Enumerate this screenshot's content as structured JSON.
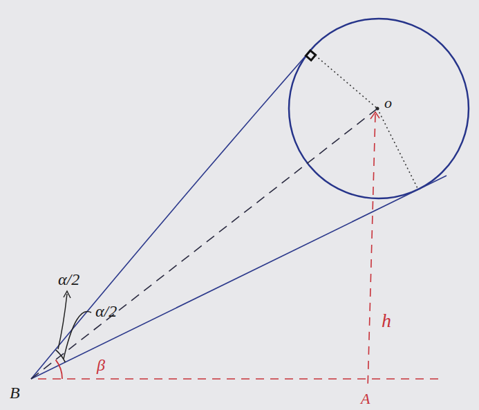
{
  "diagram": {
    "labels": [
      "α/2",
      "α/2",
      "β",
      "h",
      "o",
      "B",
      "A"
    ]
  }
}
